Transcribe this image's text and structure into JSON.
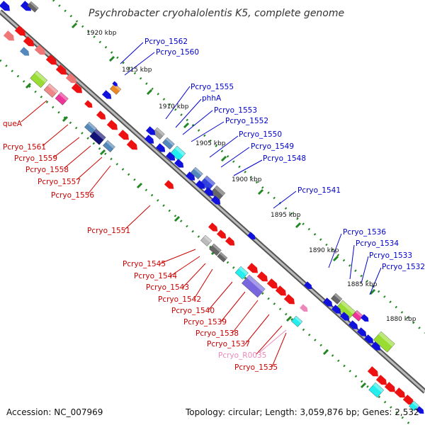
{
  "title": "Psychrobacter cryohalolentis K5, complete genome",
  "footer": {
    "accession": "Accession: NC_007969",
    "topology": "Topology: circular; Length: 3,059,876 bp; Genes: 2,532"
  },
  "colors": {
    "forward_label": "#0000cc",
    "reverse_label": "#cc0000",
    "rna_label": "#ee88bb",
    "backbone": "#777777",
    "tick": "#228822"
  },
  "scale_labels": [
    "1920 kbp",
    "1915 kbp",
    "1910 kbp",
    "1905 kbp",
    "1900 kbp",
    "1895 kbp",
    "1890 kbp",
    "1885 kbp",
    "1880 kbp"
  ],
  "forward_labels": [
    "Pcryo_1562",
    "Pcryo_1560",
    "Pcryo_1555",
    "phhA",
    "Pcryo_1553",
    "Pcryo_1552",
    "Pcryo_1550",
    "Pcryo_1549",
    "Pcryo_1548",
    "Pcryo_1541",
    "Pcryo_1536",
    "Pcryo_1534",
    "Pcryo_1533",
    "Pcryo_1532"
  ],
  "reverse_labels": [
    "queA",
    "Pcryo_1561",
    "Pcryo_1559",
    "Pcryo_1558",
    "Pcryo_1557",
    "Pcryo_1556",
    "Pcryo_1551",
    "Pcryo_1545",
    "Pcryo_1544",
    "Pcryo_1543",
    "Pcryo_1542",
    "Pcryo_1540",
    "Pcryo_1539",
    "Pcryo_1538",
    "Pcryo_1537",
    "Pcryo_R0035",
    "Pcryo_1535"
  ]
}
